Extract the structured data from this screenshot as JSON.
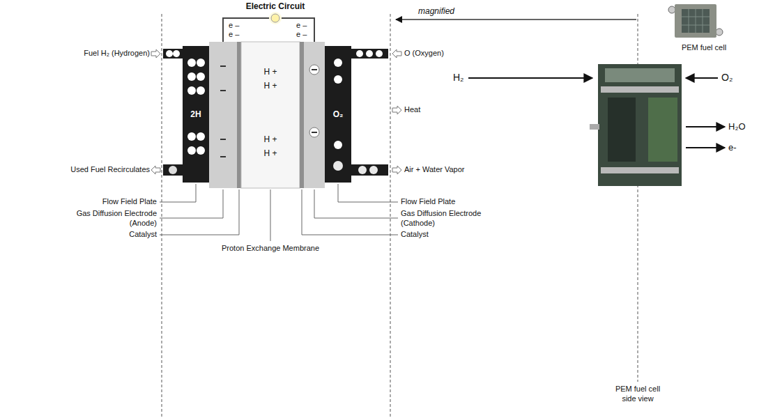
{
  "diagram": {
    "nodes": [
      {
        "text": [
          "2H"
        ]
      },
      {
        "text": [
          "H +",
          "H +",
          "H +",
          "H +"
        ]
      },
      {
        "text": [
          "O₂"
        ]
      }
    ],
    "labels": [
      "Electric Circuit",
      "e –",
      "e –",
      "e –",
      "e –",
      "magnified",
      "PEM fuel cell",
      "Fuel H₂ (Hydrogen)",
      "O (Oxygen)",
      "H₂",
      "O₂",
      "Heat",
      "H₂O",
      "e-",
      "Used Fuel Recirculates",
      "Air + Water Vapor",
      "Flow Field Plate",
      "Flow Field Plate",
      "Gas Diffusion Electrode (Anode)",
      "Gas Diffusion Electrode (Cathode)",
      "Catalyst",
      "Catalyst",
      "Proton Exchange Membrane",
      "PEM fuel cell side view"
    ]
  }
}
